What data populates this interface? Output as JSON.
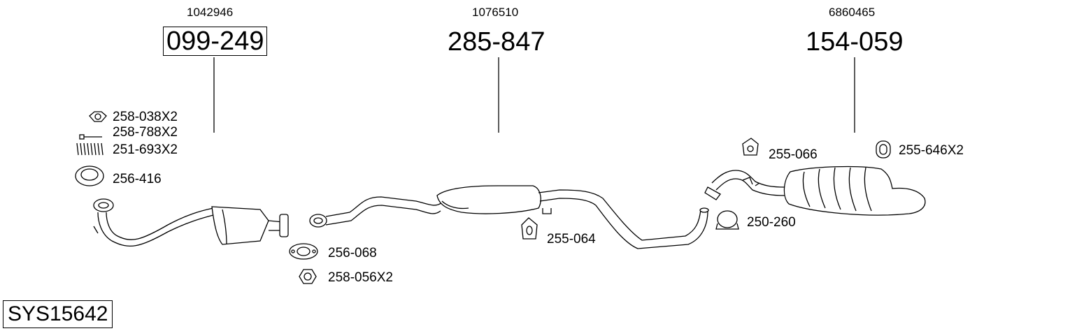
{
  "main_parts": [
    {
      "oe": "1042946",
      "part": "099-249"
    },
    {
      "oe": "1076510",
      "part": "285-847"
    },
    {
      "oe": "6860465",
      "part": "154-059"
    }
  ],
  "accessories": {
    "a1": "258-038X2",
    "a2": "258-788X2",
    "a3": "251-693X2",
    "a4": "256-416",
    "a5": "256-068",
    "a6": "258-056X2",
    "a7": "255-064",
    "a8": "255-066",
    "a9": "255-646X2",
    "a10": "250-260"
  },
  "system_id": "SYS15642"
}
